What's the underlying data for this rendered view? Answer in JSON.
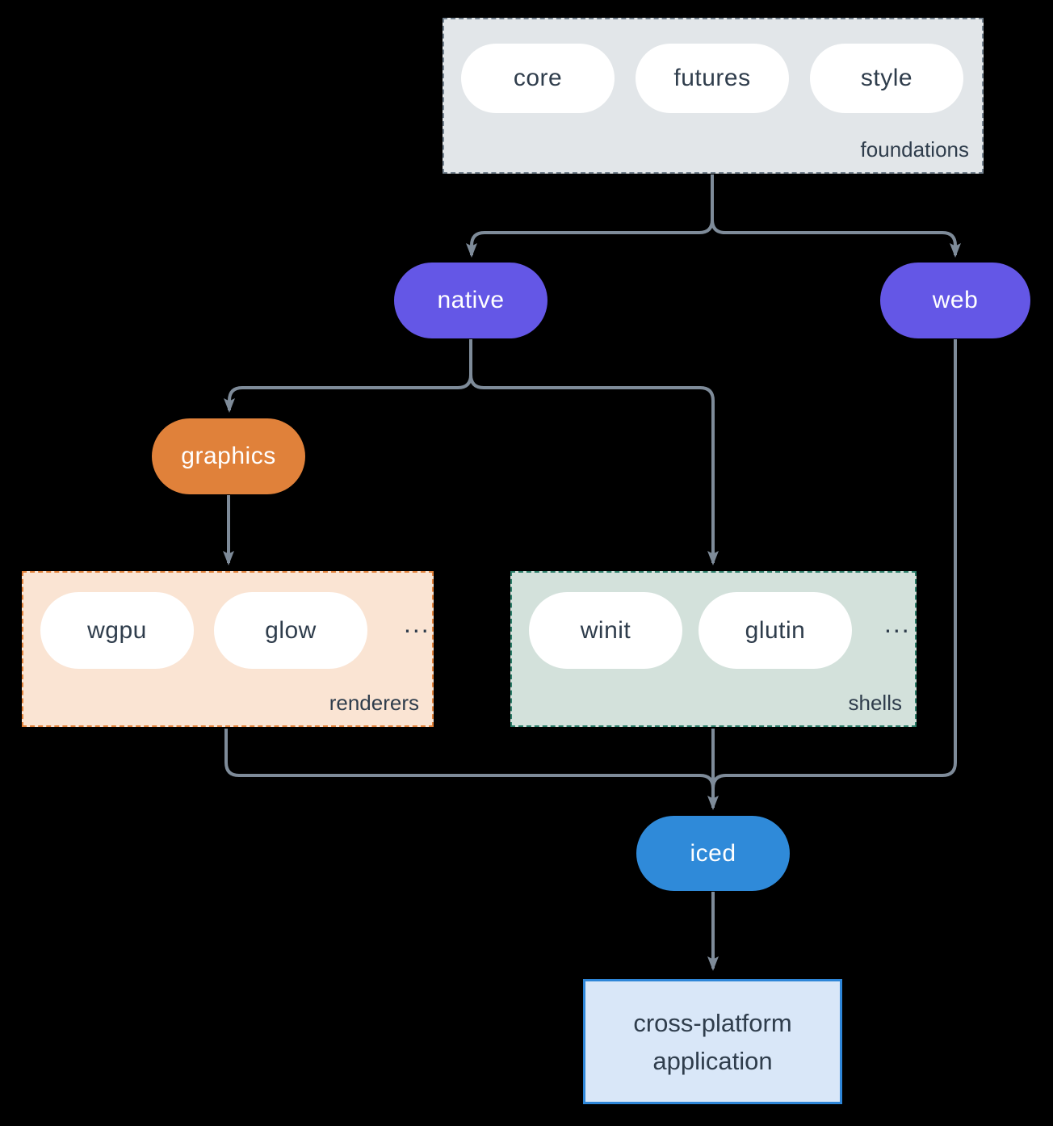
{
  "diagram": {
    "foundations": {
      "label": "foundations",
      "pills": [
        "core",
        "futures",
        "style"
      ]
    },
    "native": {
      "label": "native"
    },
    "web": {
      "label": "web"
    },
    "graphics": {
      "label": "graphics"
    },
    "renderers": {
      "label": "renderers",
      "pills": [
        "wgpu",
        "glow"
      ],
      "ellipsis": "..."
    },
    "shells": {
      "label": "shells",
      "pills": [
        "winit",
        "glutin"
      ],
      "ellipsis": "..."
    },
    "iced": {
      "label": "iced"
    },
    "application": {
      "label": "cross-platform application"
    },
    "colors": {
      "background": "#000000",
      "arrow": "#7e8b99",
      "purple_node": "#6457e6",
      "orange_node": "#e0813a",
      "blue_node": "#2f8ad9",
      "foundations_fill": "#e2e6e9",
      "foundations_border": "#74828f",
      "renderers_fill": "#fae4d3",
      "renderers_border": "#e0813a",
      "shells_fill": "#d3e1db",
      "shells_border": "#2b7c68",
      "app_fill": "#d9e7f8",
      "app_border": "#2e86d8",
      "dark_text": "#2f3d4c",
      "pill_fill": "#ffffff"
    }
  }
}
